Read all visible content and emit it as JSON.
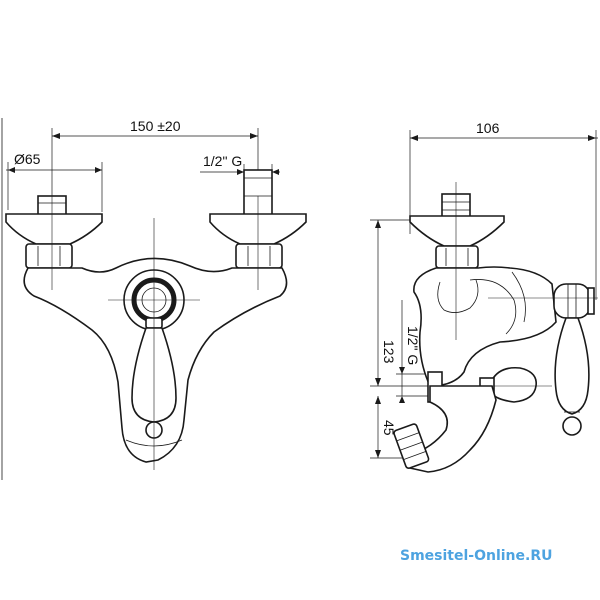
{
  "dimensions": {
    "width_span": "150 ±20",
    "diameter": "Ø65",
    "thread_top": "1/2\" G",
    "depth": "106",
    "height": "123",
    "thread_side": "1/2\" G",
    "spout_height": "45"
  },
  "watermark": "Smesitel-Online.RU",
  "colors": {
    "line": "#1a1a1a",
    "watermark": "#4da3e0"
  }
}
